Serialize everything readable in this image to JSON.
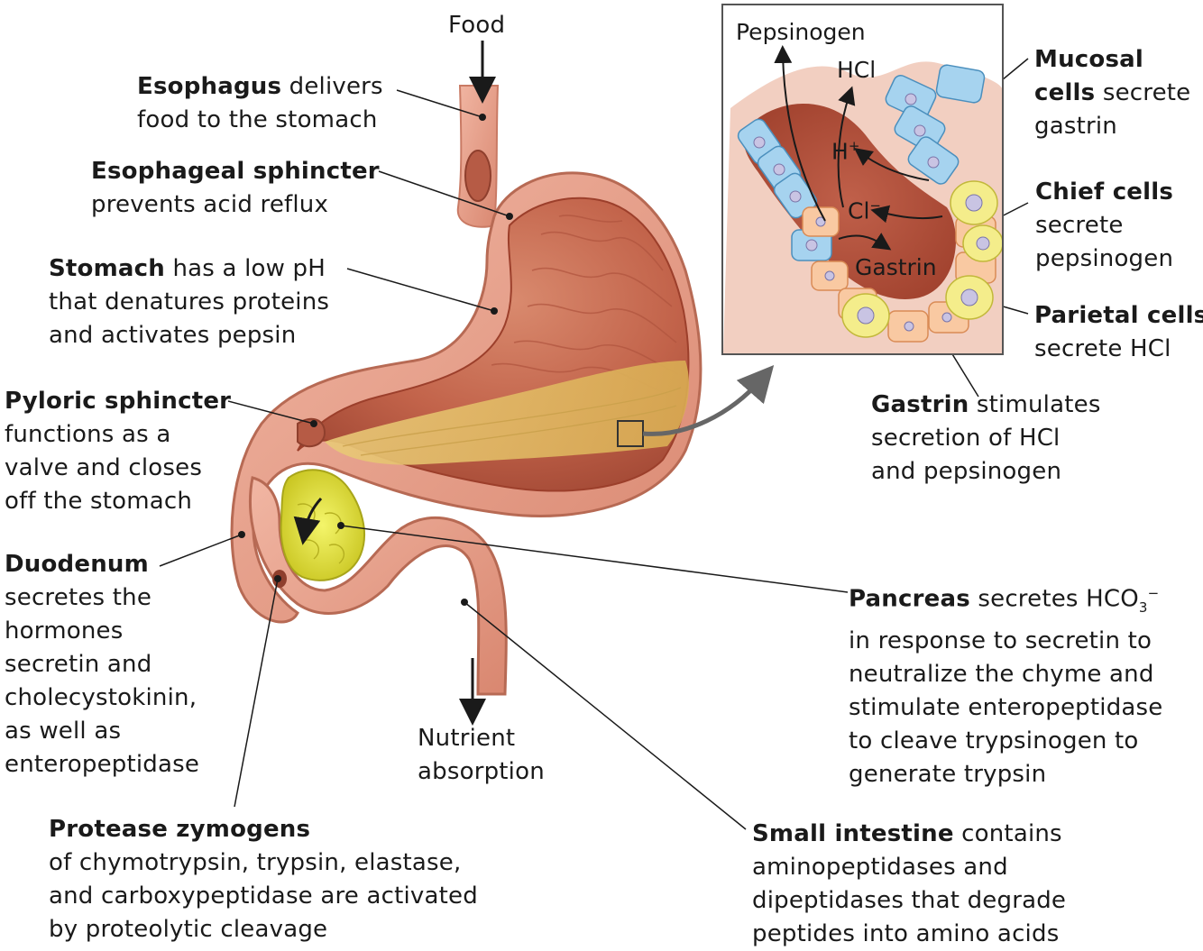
{
  "labels": {
    "food": "Food",
    "esophagus": {
      "bold": "Esophagus",
      "line1_rest": " delivers",
      "line2": "food to the stomach"
    },
    "esophageal_sphincter": {
      "bold": "Esophageal sphincter",
      "line2": "prevents acid reflux"
    },
    "stomach": {
      "bold": "Stomach",
      "line1_rest": " has a low pH",
      "line2": "that denatures proteins",
      "line3": "and activates pepsin"
    },
    "pyloric_sphincter": {
      "bold": "Pyloric sphincter",
      "line2": "functions as a",
      "line3": "valve and closes",
      "line4": "off the stomach"
    },
    "duodenum": {
      "bold": "Duodenum",
      "line2": "secretes the",
      "line3": "hormones",
      "line4": "secretin and",
      "line5": "cholecystokinin,",
      "line6": "as well as",
      "line7": "enteropeptidase"
    },
    "protease_zymogens": {
      "bold": "Protease zymogens",
      "line2": "of chymotrypsin, trypsin, elastase,",
      "line3": "and carboxypeptidase are activated",
      "line4": "by proteolytic cleavage"
    },
    "nutrient_absorption": {
      "line1": "Nutrient",
      "line2": "absorption"
    },
    "small_intestine": {
      "bold": "Small intestine",
      "line1_rest": " contains",
      "line2": "aminopeptidases and",
      "line3": "dipeptidases that degrade",
      "line4": "peptides into amino acids"
    },
    "pancreas": {
      "bold": "Pancreas",
      "line1_rest": " secretes HCO",
      "sub": "3",
      "sup": "−",
      "line2": "in response to secretin to",
      "line3": "neutralize the chyme and",
      "line4": "stimulate enteropeptidase",
      "line5": "to cleave trypsinogen to",
      "line6": "generate trypsin"
    },
    "gastrin": {
      "bold": "Gastrin",
      "line1_rest": " stimulates",
      "line2": "secretion of HCl",
      "line3": "and pepsinogen"
    },
    "mucosal_cells": {
      "bold1": "Mucosal",
      "bold2": "cells",
      "line2_rest": " secrete",
      "line3": "gastrin"
    },
    "chief_cells": {
      "bold": "Chief cells",
      "line2": "secrete",
      "line3": "pepsinogen"
    },
    "parietal_cells": {
      "bold": "Parietal cells",
      "line2": "secrete HCl"
    }
  },
  "inset": {
    "pepsinogen": "Pepsinogen",
    "hcl": "HCl",
    "h_plus": {
      "base": "H",
      "sup": "+"
    },
    "cl_minus": {
      "base": "Cl",
      "sup": "−"
    },
    "gastrin": "Gastrin"
  },
  "colors": {
    "stomach_wall": "#e8a08c",
    "stomach_inner": "#c9654a",
    "chyme": "#e3c65a",
    "pancreas": "#e6e640",
    "mucosal_cell": "#9fd0ec",
    "chief_cell": "#f3e97a",
    "parietal_cell": "#f8c7a0",
    "arrow_gray": "#666666",
    "text": "#1a1a1a"
  }
}
